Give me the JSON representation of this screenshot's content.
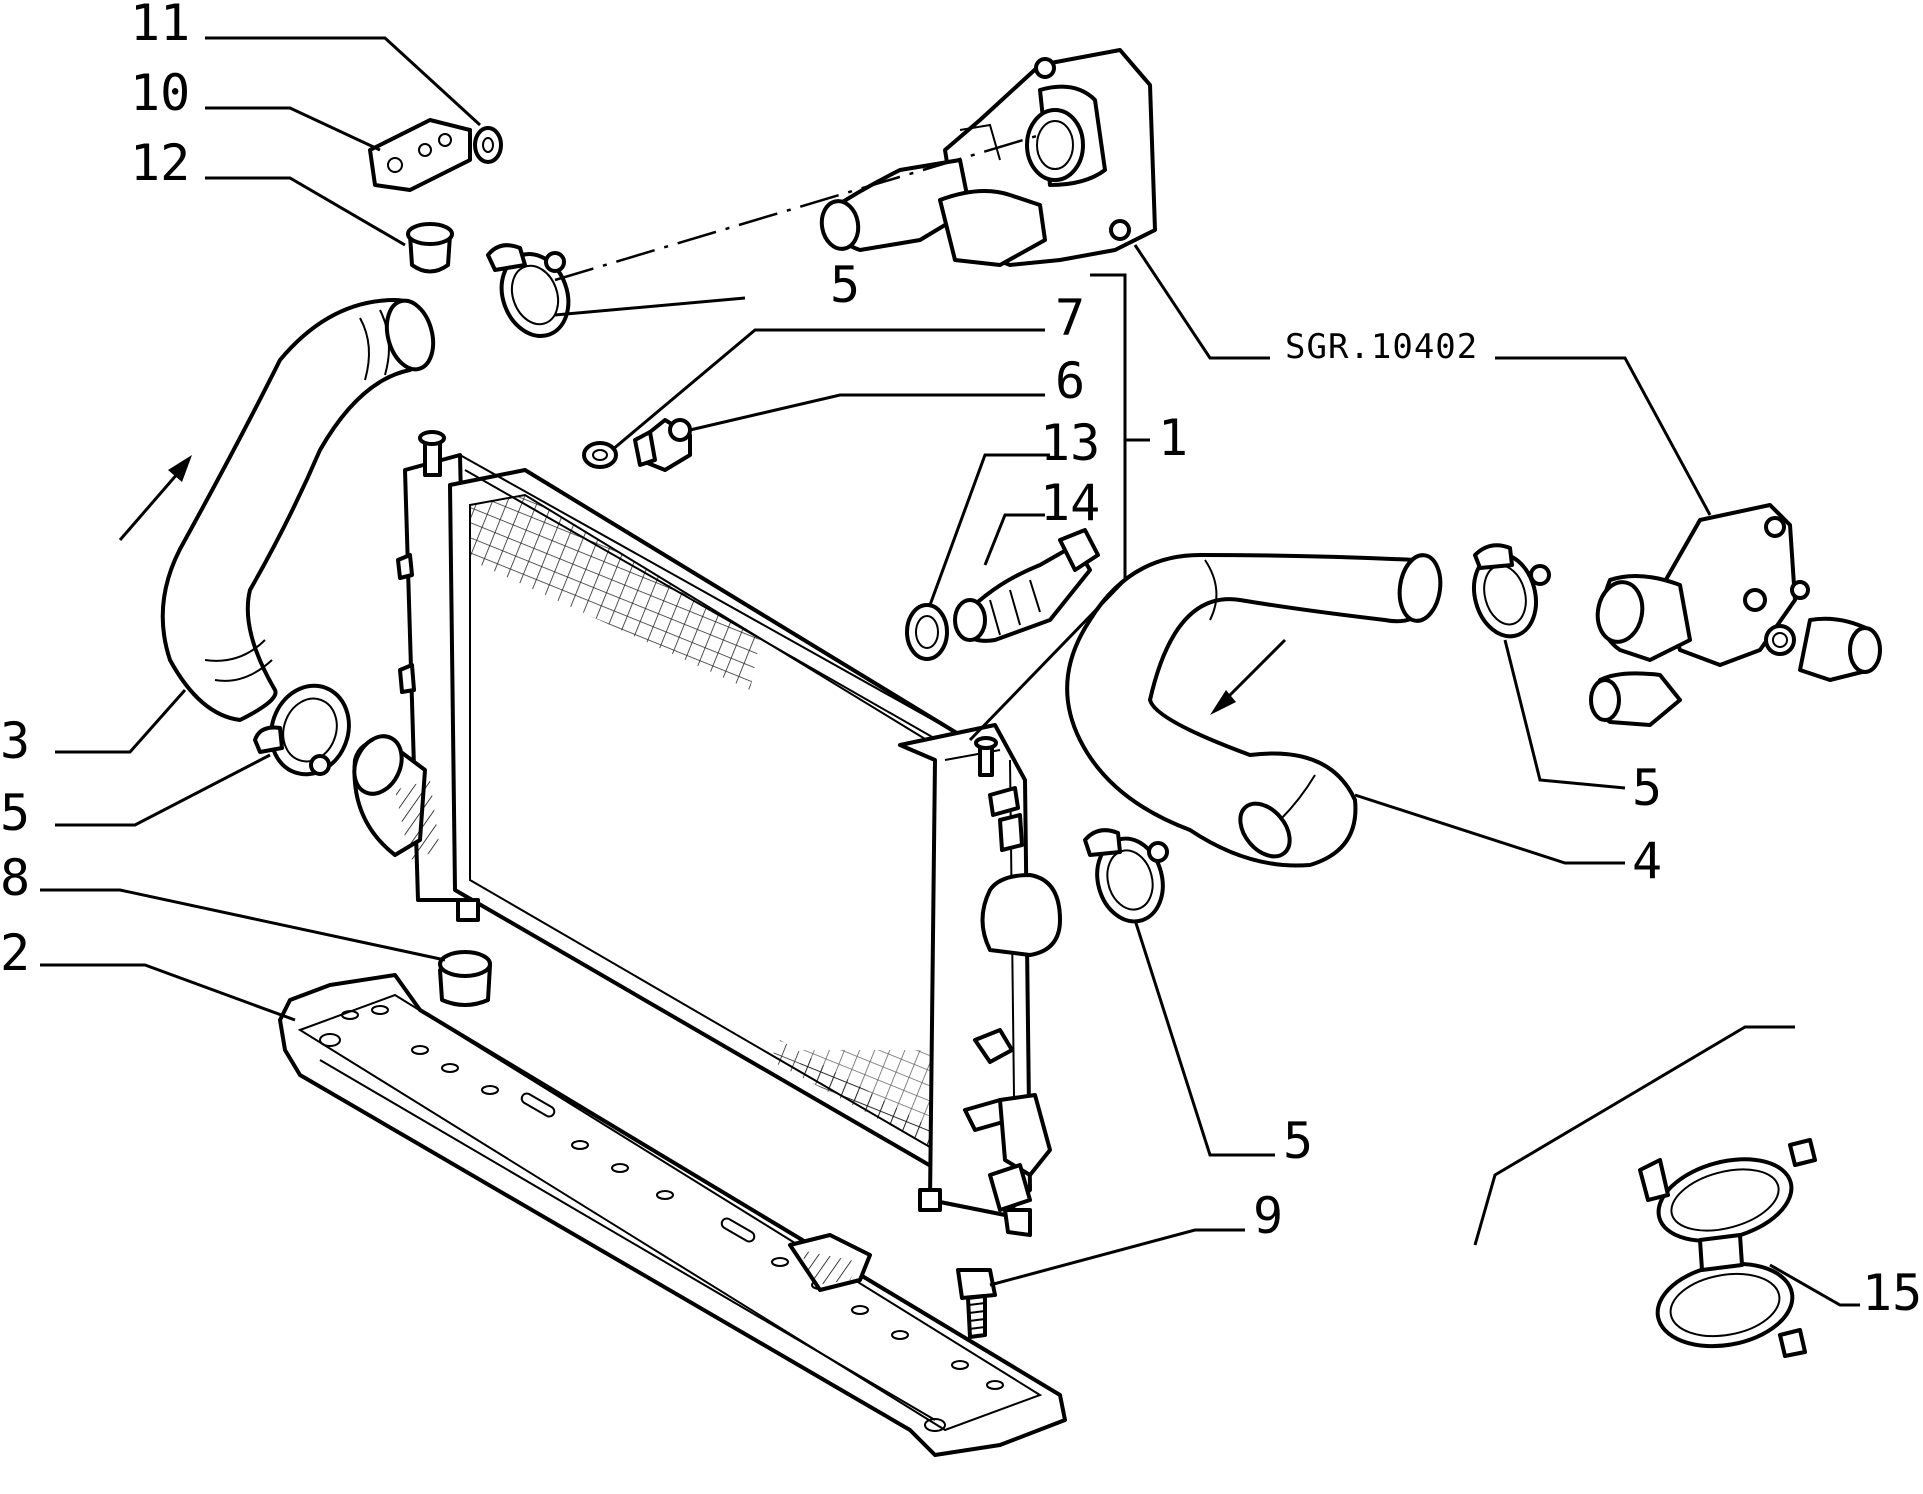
{
  "diagram": {
    "reference_code": "SGR.10402",
    "callouts": [
      {
        "id": "c1",
        "text": "1"
      },
      {
        "id": "c2",
        "text": "2"
      },
      {
        "id": "c3",
        "text": "3"
      },
      {
        "id": "c4",
        "text": "4"
      },
      {
        "id": "c5a",
        "text": "5"
      },
      {
        "id": "c5b",
        "text": "5"
      },
      {
        "id": "c5c",
        "text": "5"
      },
      {
        "id": "c5d",
        "text": "5"
      },
      {
        "id": "c6",
        "text": "6"
      },
      {
        "id": "c7",
        "text": "7"
      },
      {
        "id": "c8",
        "text": "8"
      },
      {
        "id": "c9",
        "text": "9"
      },
      {
        "id": "c10",
        "text": "10"
      },
      {
        "id": "c11",
        "text": "11"
      },
      {
        "id": "c12",
        "text": "12"
      },
      {
        "id": "c13",
        "text": "13"
      },
      {
        "id": "c14",
        "text": "14"
      },
      {
        "id": "c15",
        "text": "15"
      }
    ]
  }
}
